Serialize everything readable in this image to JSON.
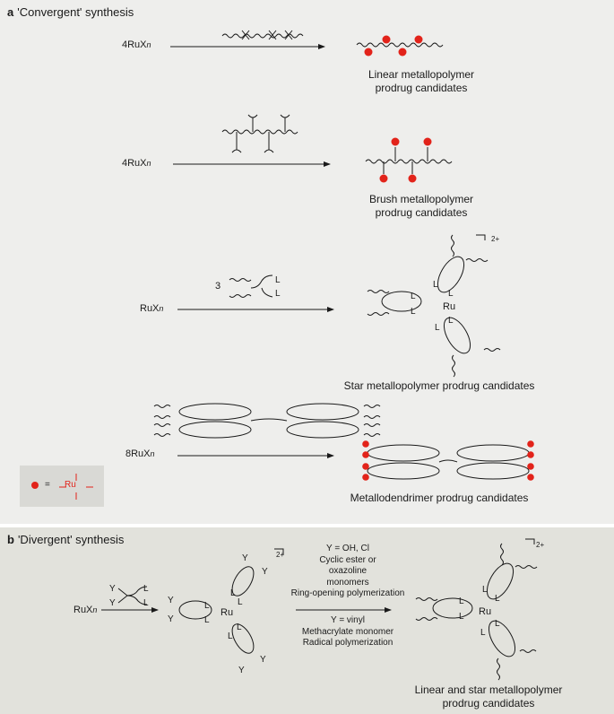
{
  "colors": {
    "panel_a_bg": "#eeeeec",
    "panel_b_bg": "#e2e2dc",
    "ru_red": "#e2231a"
  },
  "panel_a": {
    "letter": "a",
    "title": "'Convergent' synthesis",
    "row1": {
      "reagent": "4RuX",
      "sub": "n",
      "caption": [
        "Linear metallopolymer",
        "prodrug candidates"
      ]
    },
    "row2": {
      "reagent": "4RuX",
      "sub": "n",
      "caption": [
        "Brush metallopolymer",
        "prodrug candidates"
      ]
    },
    "row3": {
      "reagent": "RuX",
      "sub": "n",
      "stoich": "3",
      "ligand": "L",
      "metal": "Ru",
      "charge": "2+",
      "caption": "Star metallopolymer prodrug candidates"
    },
    "row4": {
      "reagent": "8RuX",
      "sub": "n",
      "caption": "Metallodendrimer prodrug candidates"
    },
    "legend": {
      "equals": "=",
      "metal": "Ru"
    }
  },
  "panel_b": {
    "letter": "b",
    "title": "'Divergent' synthesis",
    "reagent": "RuX",
    "sub": "n",
    "ligand": "L",
    "group": "Y",
    "metal": "Ru",
    "charge": "2+",
    "conditions_top": [
      "Y = OH, Cl",
      "Cyclic ester or",
      "oxazoline",
      "monomers",
      "Ring-opening polymerization"
    ],
    "conditions_bottom": [
      "Y = vinyl",
      "Methacrylate monomer",
      "Radical polymerization"
    ],
    "caption": [
      "Linear and star metallopolymer",
      "prodrug candidates"
    ]
  }
}
